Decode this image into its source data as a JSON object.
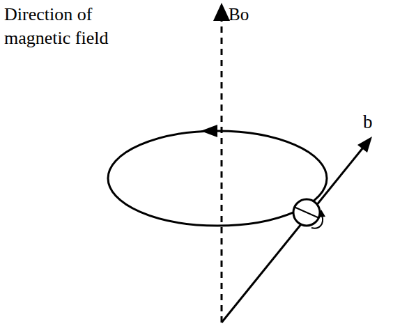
{
  "diagram": {
    "labels": [
      "Direction of magnetic field",
      "Bo",
      "b"
    ]
  }
}
